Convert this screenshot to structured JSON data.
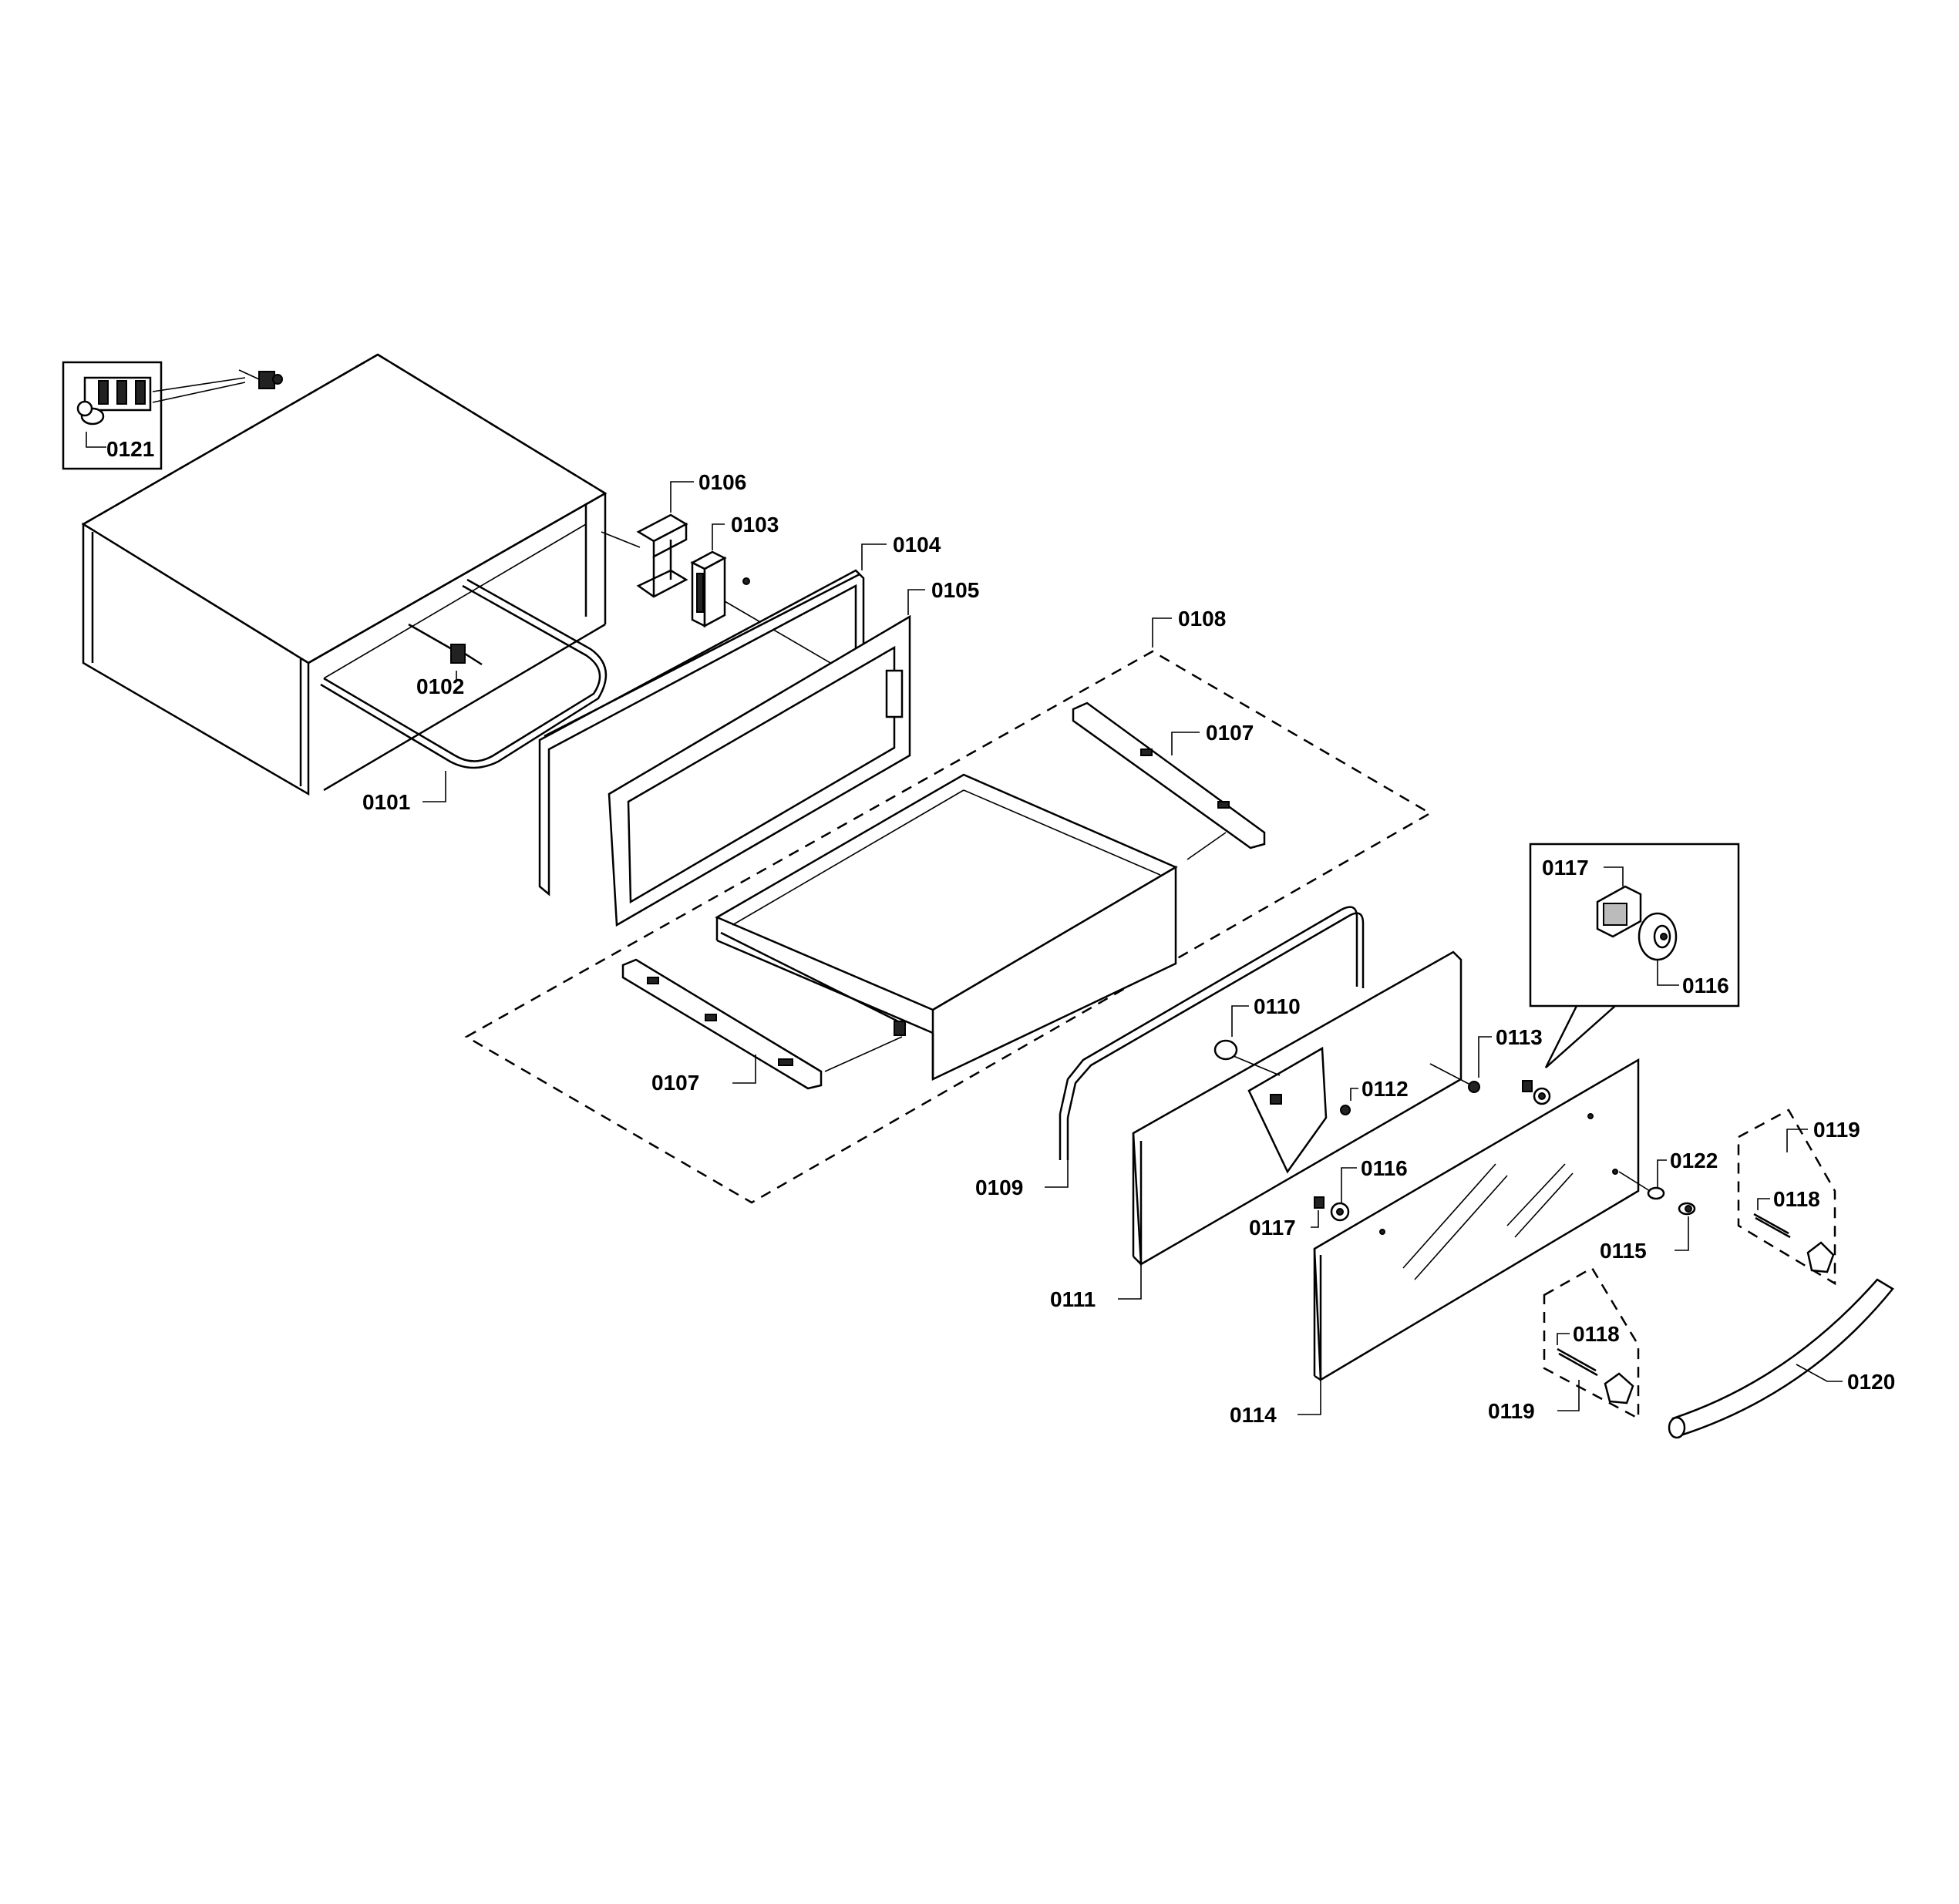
{
  "diagram": {
    "labels": {
      "l0101": "0101",
      "l0102": "0102",
      "l0103": "0103",
      "l0104": "0104",
      "l0105": "0105",
      "l0106": "0106",
      "l0107a": "0107",
      "l0107b": "0107",
      "l0108": "0108",
      "l0109": "0109",
      "l0110": "0110",
      "l0111": "0111",
      "l0112": "0112",
      "l0113": "0113",
      "l0114": "0114",
      "l0115": "0115",
      "l0116a": "0116",
      "l0116b": "0116",
      "l0117a": "0117",
      "l0117b": "0117",
      "l0118a": "0118",
      "l0118b": "0118",
      "l0119a": "0119",
      "l0119b": "0119",
      "l0120": "0120",
      "l0121": "0121",
      "l0122": "0122"
    }
  }
}
